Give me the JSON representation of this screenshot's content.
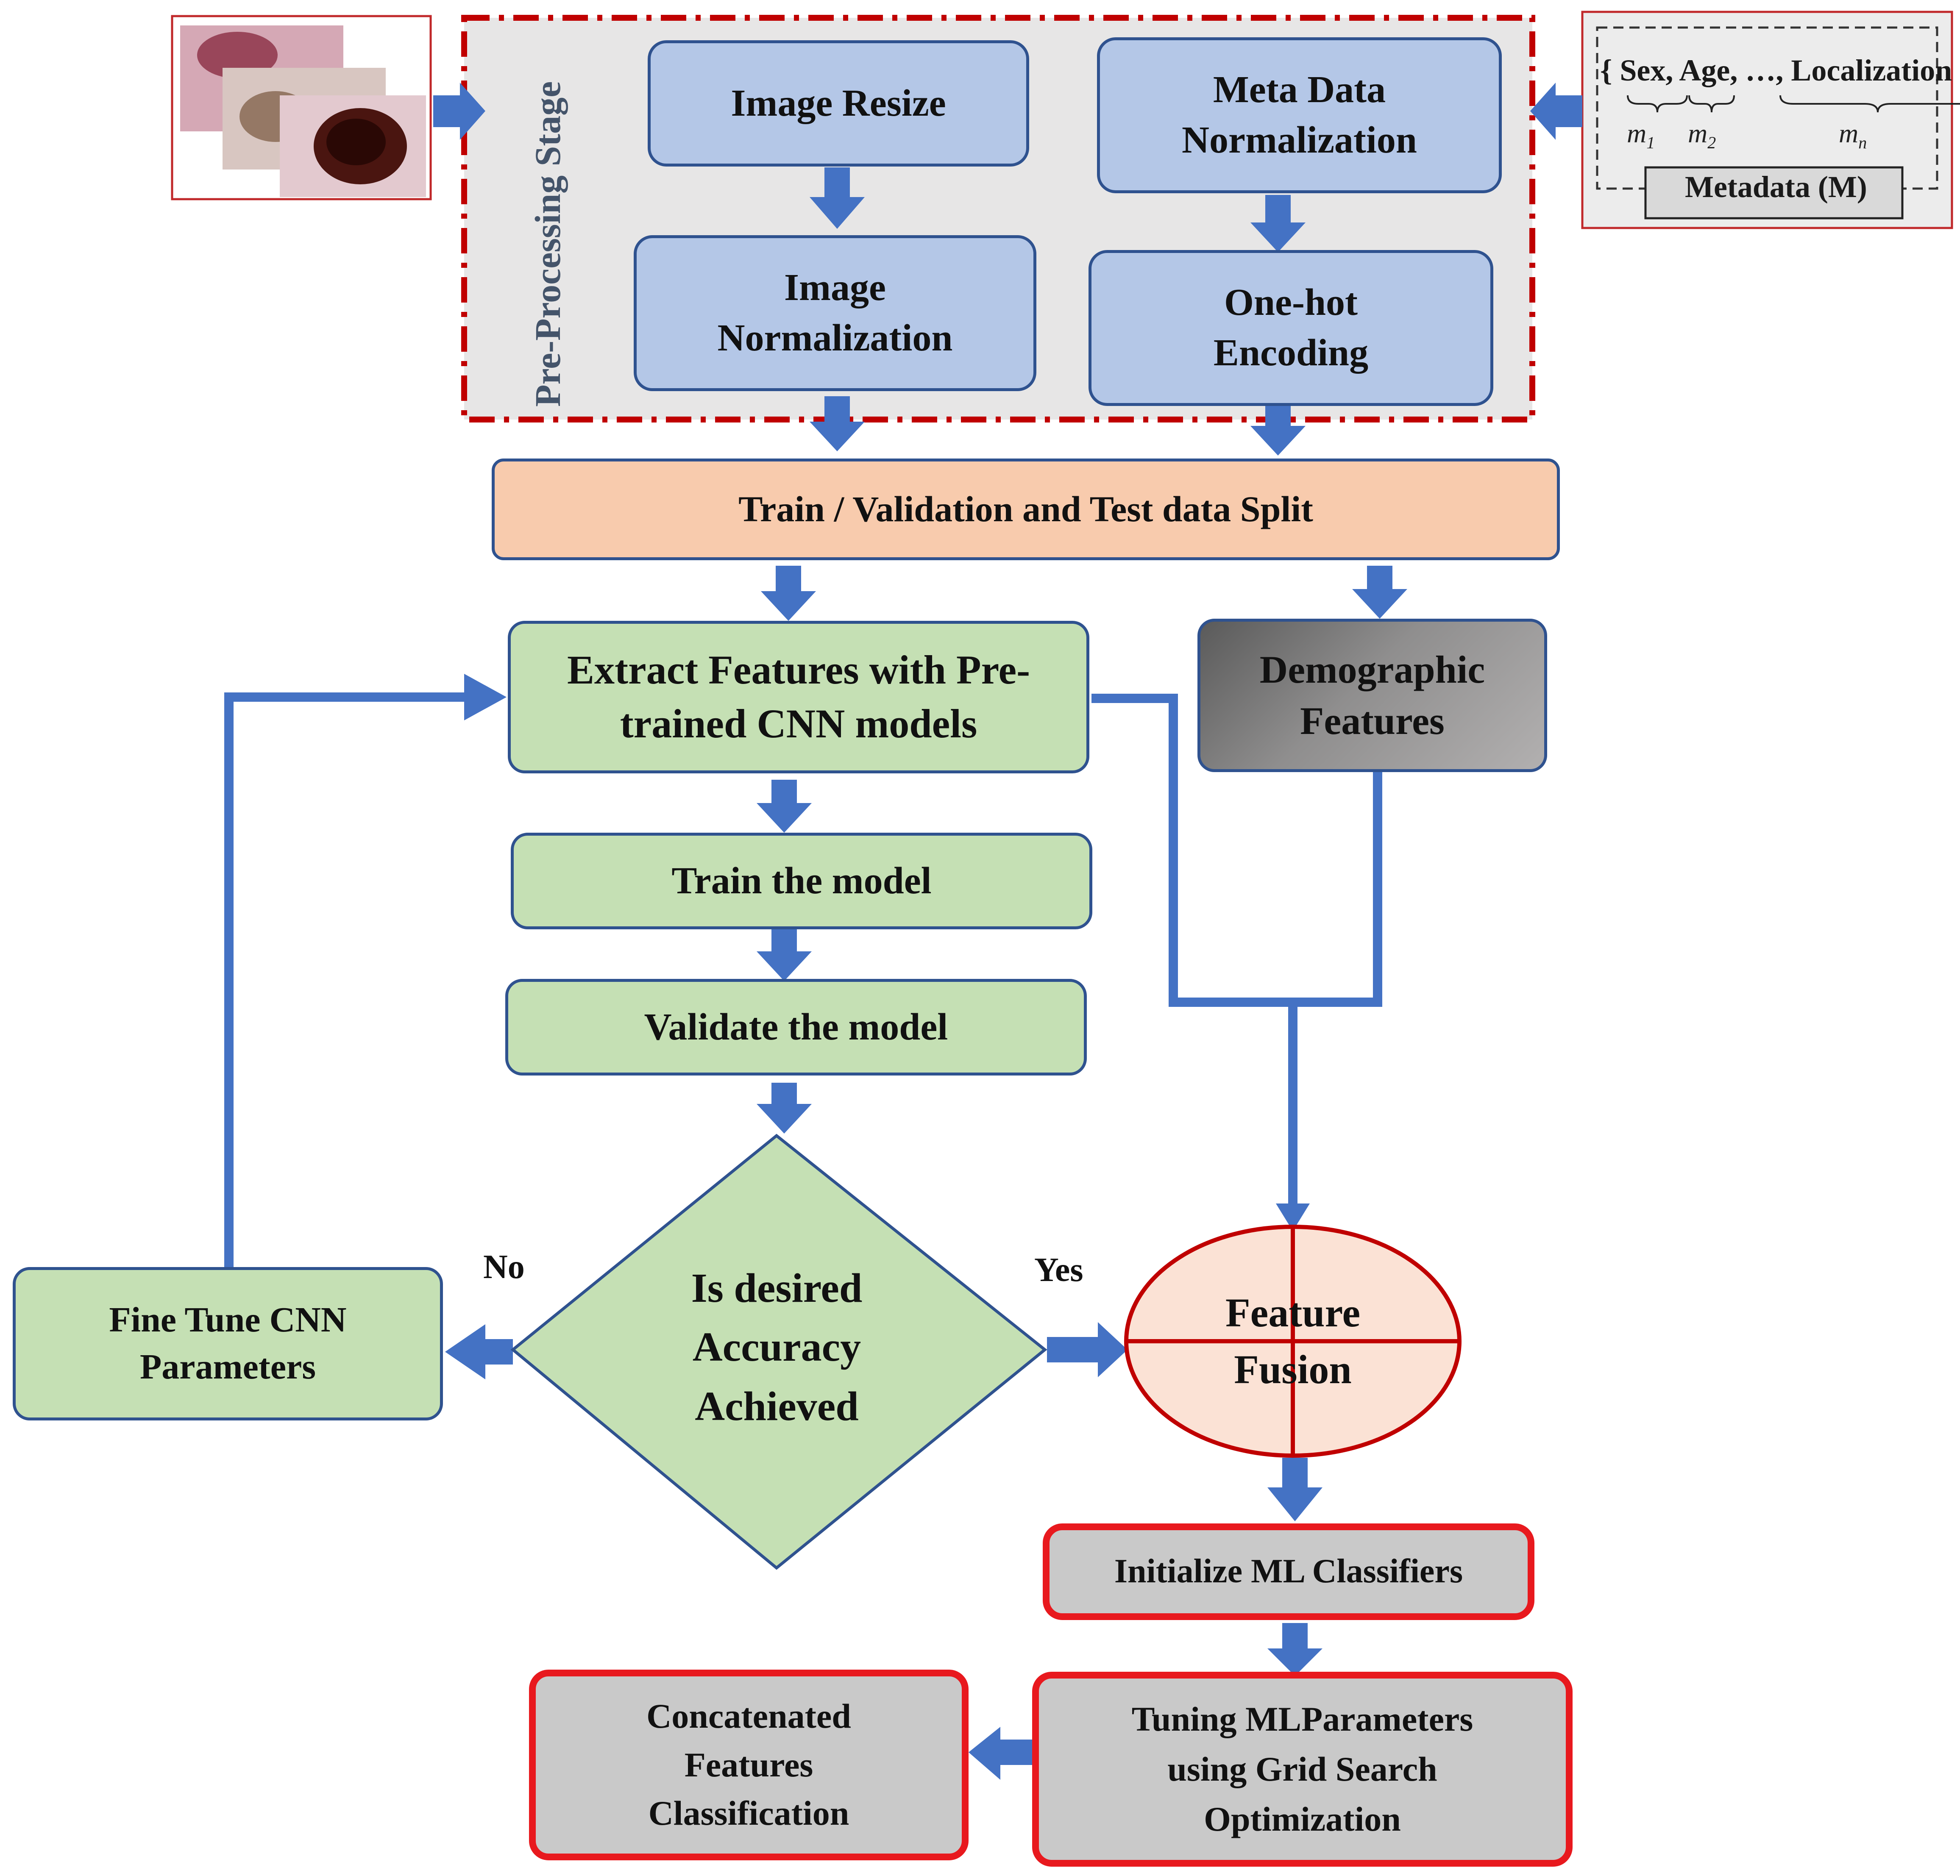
{
  "stage": {
    "label": "Pre-Processing Stage"
  },
  "preprocessing": {
    "image_resize": "Image Resize",
    "image_normalization": [
      "Image",
      "Normalization"
    ],
    "meta_normalization": [
      "Meta Data",
      "Normalization"
    ],
    "one_hot": [
      "One-hot",
      "Encoding"
    ]
  },
  "metadata": {
    "fields": "{ Sex, Age, …, Localization }",
    "m1": "m",
    "m1_sub": "1",
    "m2": "m",
    "m2_sub": "2",
    "mn": "m",
    "mn_sub": "n",
    "title": "Metadata (M)"
  },
  "split": {
    "label": "Train / Validation and Test data Split"
  },
  "extract": {
    "lines": [
      "Extract Features with Pre-",
      "trained CNN models"
    ]
  },
  "demographic": {
    "lines": [
      "Demographic",
      "Features"
    ]
  },
  "train": {
    "label": "Train the model"
  },
  "validate": {
    "label": "Validate the model"
  },
  "decision": {
    "lines": [
      "Is desired",
      "Accuracy",
      "Achieved"
    ],
    "no": "No",
    "yes": "Yes"
  },
  "finetune": {
    "lines": [
      "Fine Tune CNN",
      "Parameters"
    ]
  },
  "fusion": {
    "lines": [
      "Feature",
      "Fusion"
    ]
  },
  "init_ml": {
    "label": "Initialize ML Classifiers"
  },
  "tuning": {
    "lines": [
      "Tuning MLParameters",
      "using Grid Search",
      "Optimization"
    ]
  },
  "concat": {
    "lines": [
      "Concatenated",
      "Features",
      "Classification"
    ]
  },
  "colors": {
    "arrow": "#4472c4",
    "box_border": "#2f528f",
    "preprocess_fill": "#b4c7e7",
    "process_fill": "#c5e0b4",
    "split_fill": "#f8cbad",
    "classifier_fill": "#c9c9c9",
    "highlight_red": "#e8191e",
    "fusion_fill": "#fbe2d5",
    "fusion_border": "#c00000"
  }
}
